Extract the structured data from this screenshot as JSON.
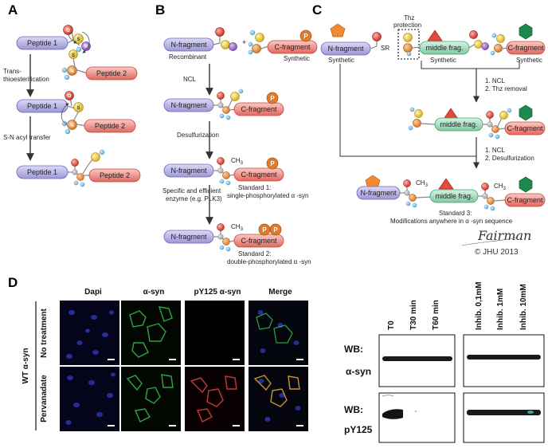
{
  "panel_letters": {
    "a": "A",
    "b": "B",
    "c": "C",
    "d": "D"
  },
  "panel_a": {
    "peptide1": "Peptide 1",
    "peptide2": "Peptide 2",
    "trans_line1": "Trans-",
    "trans_line2": "thioesterification",
    "sn_acyl": "S-N acyl transfer",
    "atom_o": "O",
    "atom_s": "S",
    "atom_r": "R",
    "atom_n": "N",
    "atom_h": "H"
  },
  "panel_b": {
    "n_fragment": "N-fragment",
    "c_fragment": "C-fragment",
    "recombinant": "Recombinant",
    "synthetic": "Synthetic",
    "plus": "+",
    "ncl": "NCL",
    "desulfurization": "Desulfurization",
    "ch3": "CH",
    "ch3_sub": "3",
    "phospho": "P",
    "enzyme_line1": "Specific and efficient",
    "enzyme_line2": "enzyme (e.g. PLK3)",
    "standard1_line1": "Standard 1:",
    "standard1_line2": "single-phosphorylated α -syn",
    "standard2_line1": "Standard 2:",
    "standard2_line2": "double-phosphorylated α -syn"
  },
  "panel_c": {
    "n_fragment": "N-fragment",
    "c_fragment": "C-fragment",
    "middle_frag": "middle frag.",
    "synthetic": "Synthetic",
    "sr": "SR",
    "thz_line1": "Thz",
    "thz_line2": "protection",
    "step1_line1": "1. NCL",
    "step1_line2": "2. Thz removal",
    "step2_line1": "1. NCL",
    "step2_line2": "2. Desulfurization",
    "ch3": "CH",
    "ch3_sub": "3",
    "standard3_line1": "Standard 3:",
    "standard3_line2": "Modifications anywhere in α -syn sequence",
    "signature": "Fairman",
    "copyright": "© JHU 2013"
  },
  "panel_d": {
    "column_headers": [
      "Dapi",
      "α-syn",
      "pY125 α-syn",
      "Merge"
    ],
    "group_label": "WT α-syn",
    "row_labels": [
      "No treatment",
      "Pervanadate"
    ],
    "lane_labels": [
      "T0",
      "T30 min",
      "T60 min",
      "Inhib. 0,1mM",
      "Inhib. 1mM",
      "Inhib. 10mM"
    ],
    "wb_asyn_line1": "WB:",
    "wb_asyn_line2": "α-syn",
    "wb_py_line1": "WB:",
    "wb_py_line2": "pY125"
  },
  "colors": {
    "fragment_purple": "#b7b3e4",
    "fragment_red": "#ec8c85",
    "fragment_green": "#a6dcc0",
    "sulfur_yellow": "#e9c22d",
    "carbonyl_red": "#d53a2f",
    "nitrogen_orange": "#d9822f",
    "hydrogen_blue": "#6bb9e6",
    "r_purple": "#8e5cc1",
    "phospho_orange": "#e07b2a",
    "dapi_blue": "#2a36b0",
    "asyn_green": "#39c04a",
    "py_red": "#d83a3a"
  }
}
